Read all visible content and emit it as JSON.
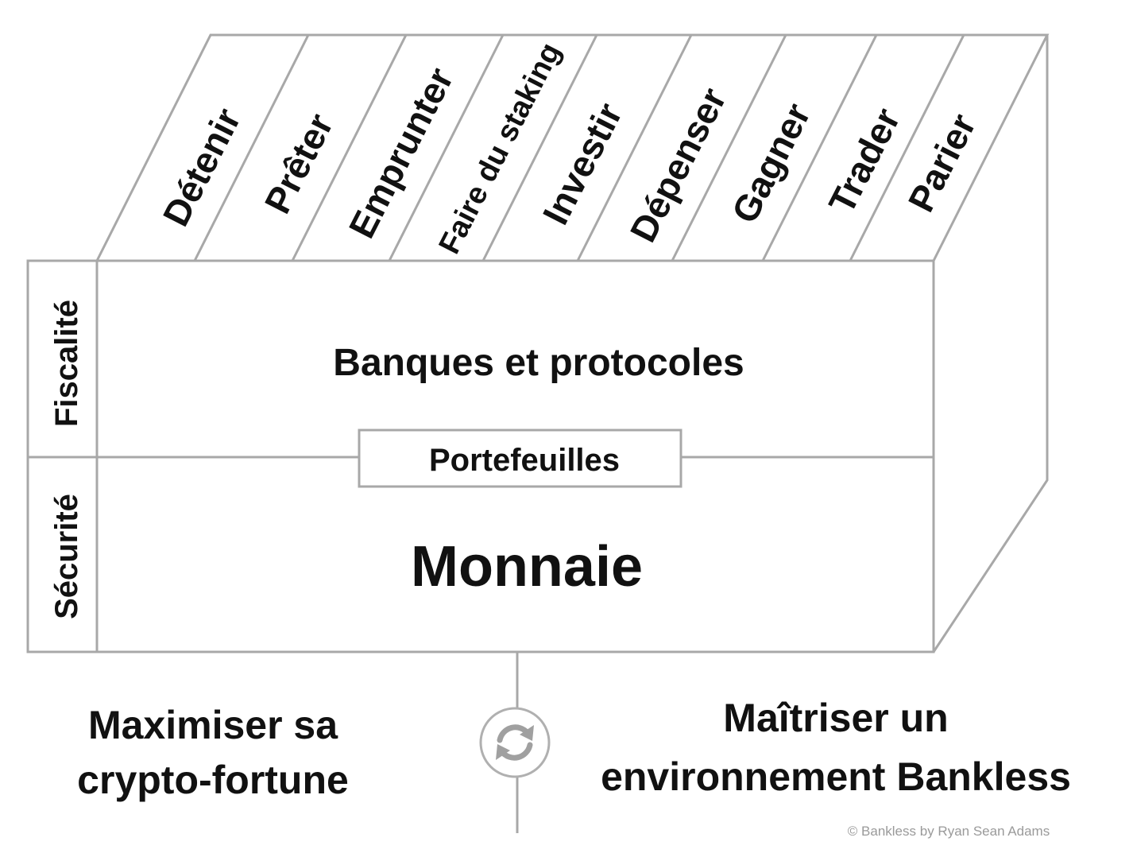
{
  "activities": [
    "Détenir",
    "Prêter",
    "Emprunter",
    "Faire du staking",
    "Investir",
    "Dépenser",
    "Gagner",
    "Trader",
    "Parier"
  ],
  "side_labels": {
    "top": "Fiscalité",
    "bottom": "Sécurité"
  },
  "main": {
    "banks_label": "Banques et protocoles",
    "wallets_label": "Portefeuilles",
    "money_label": "Monnaie"
  },
  "bottom": {
    "left_line1": "Maximiser sa",
    "left_line2": "crypto-fortune",
    "right_line1": "Maîtriser un",
    "right_line2": "environnement Bankless",
    "cycle_icon": "refresh-cycle-icon"
  },
  "credit": "© Bankless by Ryan Sean Adams",
  "colors": {
    "line": "#a8a8a8",
    "text": "#111111",
    "icon": "#a0a0a0"
  }
}
